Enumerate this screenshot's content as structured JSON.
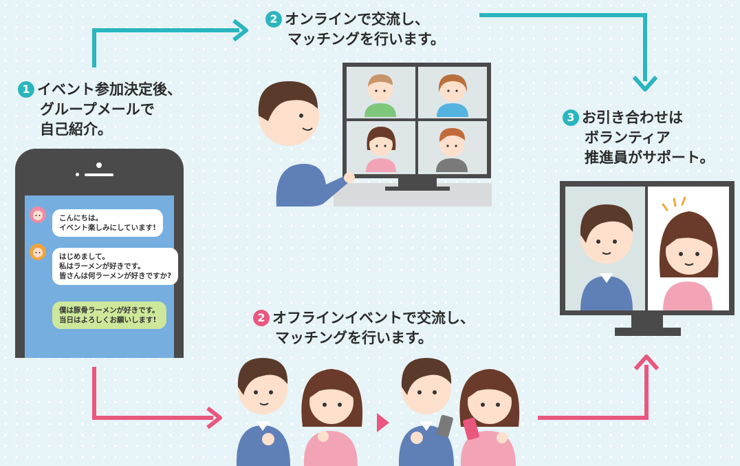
{
  "steps": {
    "step1": {
      "badge": "1",
      "lines": [
        "イベント参加決定後、",
        "グループメールで",
        "自己紹介。"
      ]
    },
    "step2_online": {
      "badge": "2",
      "lines": [
        "オンラインで交流し、",
        "マッチングを行います。"
      ]
    },
    "step2_offline": {
      "badge": "2",
      "lines": [
        "オフラインイベントで交流し、",
        "マッチングを行います。"
      ]
    },
    "step3": {
      "badge": "3",
      "lines": [
        "お引き合わせは",
        "ボランティア",
        "推進員がサポート。"
      ]
    }
  },
  "chat": {
    "messages": [
      {
        "text": "こんにちは。\nイベント楽しみにしています!"
      },
      {
        "text": "はじめまして。\n私はラーメンが好きです。\n皆さんは何ラーメンが好きですか?"
      },
      {
        "text": "僕は豚骨ラーメンが好きです。\n当日はよろしくお願いします!"
      }
    ]
  },
  "colors": {
    "teal": "#2bb5bf",
    "pink": "#e9577e",
    "background": "#e6f3f7",
    "bubble_green": "#cde89a"
  }
}
